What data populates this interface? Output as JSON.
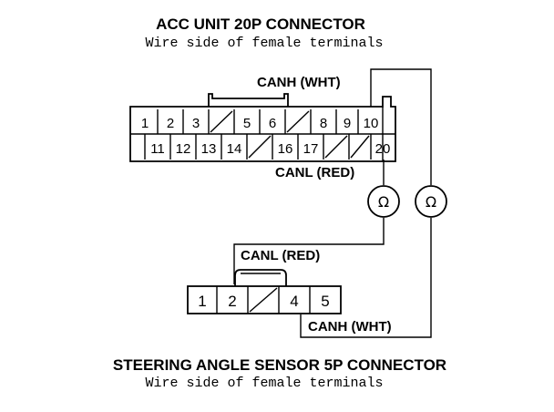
{
  "acc_connector": {
    "title": "ACC UNIT 20P CONNECTOR",
    "subtitle": "Wire side of female terminals",
    "pins_top": [
      "1",
      "2",
      "3",
      "",
      "5",
      "6",
      "",
      "8",
      "9",
      "10"
    ],
    "pins_bottom": [
      "",
      "11",
      "12",
      "13",
      "14",
      "",
      "16",
      "17",
      "",
      "20"
    ]
  },
  "sensor_connector": {
    "title": "STEERING ANGLE SENSOR 5P CONNECTOR",
    "subtitle": "Wire side of female terminals",
    "pins": [
      "1",
      "2",
      "",
      "4",
      "5"
    ]
  },
  "wires": {
    "canh_top": "CANH (WHT)",
    "canl_top": "CANL (RED)",
    "canl_bottom": "CANL (RED)",
    "canh_bottom": "CANH (WHT)"
  },
  "meters": {
    "symbol": "Ω"
  }
}
